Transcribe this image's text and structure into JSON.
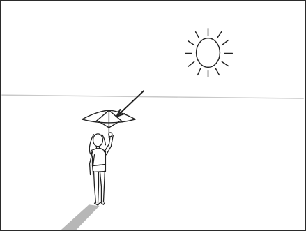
{
  "scene": {
    "elements": [
      "sun-icon",
      "horizon-line",
      "umbrella-icon",
      "person-figure",
      "shadow",
      "pointer-arrow"
    ],
    "colors": {
      "stroke": "#222222",
      "shadow": "#b7b7b7",
      "horizon": "#c9c9c9",
      "frame": "#2b2b2b",
      "background": "#ffffff"
    }
  }
}
